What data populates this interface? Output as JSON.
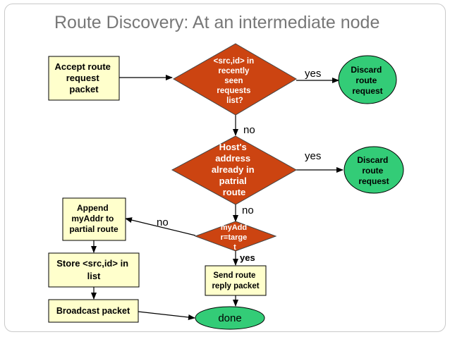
{
  "title": "Route Discovery: At an intermediate node",
  "nodes": {
    "accept": [
      "Accept route",
      "request",
      "packet"
    ],
    "recent": [
      "<src,id> in",
      "recently",
      "seen",
      "requests",
      "list?"
    ],
    "discard1": [
      "Discard",
      "route",
      "request"
    ],
    "host": [
      "Host's",
      "address",
      "already in",
      "patrial",
      "route"
    ],
    "discard2": [
      "Discard",
      "route",
      "request"
    ],
    "append": [
      "Append",
      "myAddr to",
      "partial route"
    ],
    "target": [
      "myAdd",
      "r=targe",
      "t"
    ],
    "store": [
      "Store <src,id> in",
      "list"
    ],
    "send": [
      "Send route",
      "reply packet"
    ],
    "broadcast": [
      "Broadcast packet"
    ],
    "done": [
      "done"
    ]
  },
  "edge_labels": {
    "recent_yes": "yes",
    "recent_no": "no",
    "host_yes": "yes",
    "host_no": "no",
    "target_no": "no",
    "target_yes": "yes"
  },
  "colors": {
    "box_fill": "#ffffcc",
    "diamond_fill": "#cc4411",
    "oval_fill": "#33cc77",
    "text_on_diamond": "#ffffff"
  }
}
